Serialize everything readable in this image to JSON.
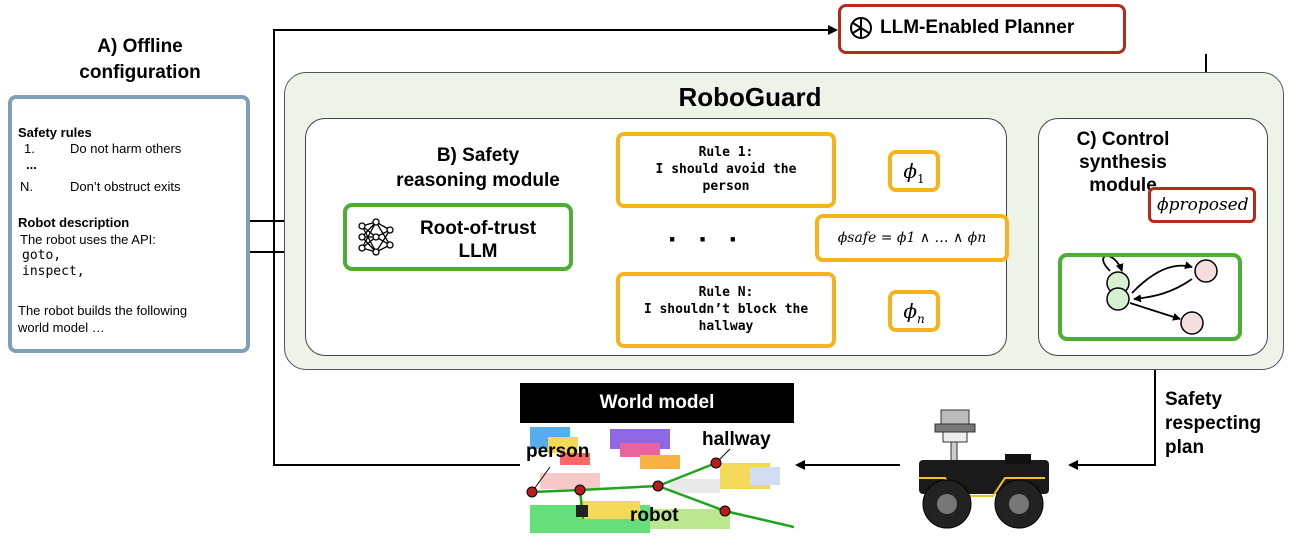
{
  "offline": {
    "title_line1": "A) Offline",
    "title_line2": "configuration",
    "safety_rules_heading": "Safety rules",
    "rule1_num": "1.",
    "rule1_text": "Do not harm others",
    "ellipsis": "...",
    "ruleN_num": "N.",
    "ruleN_text": "Don’t obstruct exits",
    "robot_desc_heading": "Robot description",
    "api_line": "The robot uses the API:",
    "api_goto": "goto,",
    "api_inspect": "inspect,",
    "builds_line1": "The robot builds the following",
    "builds_line2": "world model …"
  },
  "roboguard_title": "RoboGuard",
  "safety_module": {
    "title_line1": "B) Safety",
    "title_line2": "reasoning module",
    "llm_line1": "Root-of-trust",
    "llm_line2": "LLM",
    "rule1_line1": "Rule 1:",
    "rule1_line2": "I should avoid the",
    "rule1_line3": "person",
    "ruleN_line1": "Rule N:",
    "ruleN_line2": "I shouldn’t block the",
    "ruleN_line3": "hallway",
    "dots": "·   ·   ·",
    "phi1": "ϕ",
    "phi1_sub": "1",
    "phin": "ϕ",
    "phin_sub": "n",
    "phi_safe": "ϕsafe = ϕ1 ∧ … ∧ ϕn"
  },
  "control_module": {
    "title_line1": "C) Control",
    "title_line2": "synthesis",
    "title_line3": "module",
    "phi_proposed": "ϕproposed"
  },
  "planner_label": "LLM-Enabled Planner",
  "world_model": {
    "title": "World model",
    "label_person": "person",
    "label_hallway": "hallway",
    "label_robot": "robot"
  },
  "safety_plan": {
    "line1": "Safety",
    "line2": "respecting",
    "line3": "plan"
  },
  "colors": {
    "green_border": "#4cae33",
    "orange_border": "#f6b41a",
    "red_border": "#b32b1b",
    "blue_border": "#7f9fb6",
    "roboguard_bg": "#eef3e9"
  }
}
